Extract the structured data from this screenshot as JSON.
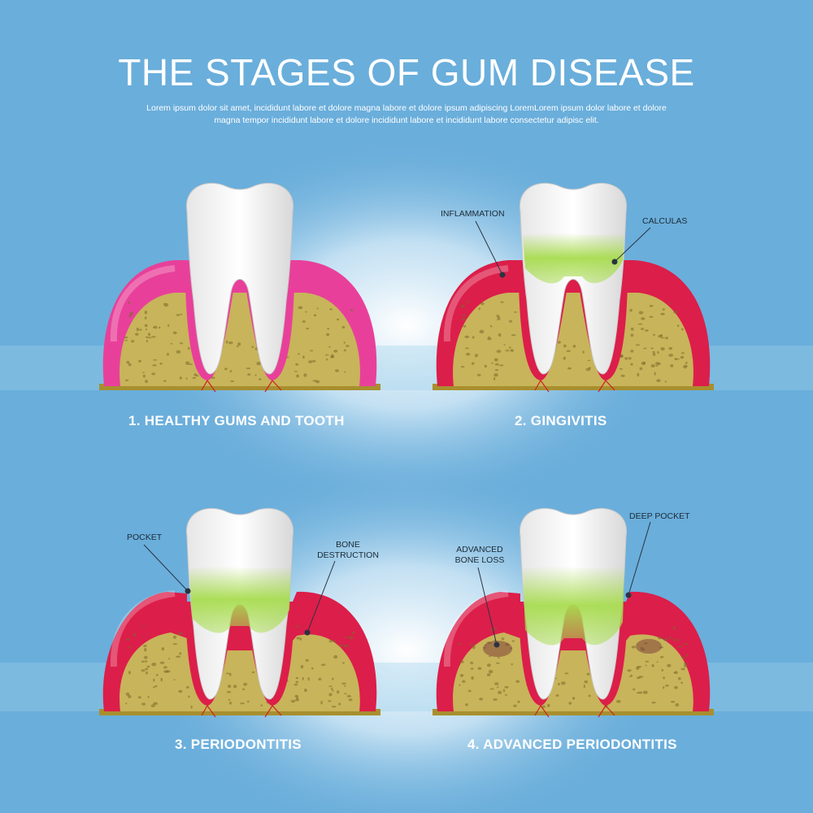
{
  "title": "THE STAGES OF GUM DISEASE",
  "subtitle": "Lorem ipsum dolor sit amet,  incididunt labore et dolore magna labore et dolore ipsum adipiscing LoremLorem ipsum dolor labore et dolore magna tempor incididunt labore et dolore incididunt labore et incididunt labore consectetur adipisc elit.",
  "colors": {
    "background": "#6aaedb",
    "healthy_gum": "#e8409a",
    "inflamed_gum": "#dc1e4a",
    "bone": "#c8b45a",
    "plaque": "#a8dc50",
    "tooth": "#ffffff"
  },
  "stages": [
    {
      "label": "1. HEALTHY GUMS AND TOOTH",
      "callouts": []
    },
    {
      "label": "2. GINGIVITIS",
      "callouts": [
        {
          "text": "INFLAMMATION"
        },
        {
          "text": "CALCULAS"
        }
      ]
    },
    {
      "label": "3. PERIODONTITIS",
      "callouts": [
        {
          "text": "POCKET"
        },
        {
          "text": "BONE DESTRUCTION"
        }
      ]
    },
    {
      "label": "4. ADVANCED PERIODONTITIS",
      "callouts": [
        {
          "text": "ADVANCED BONE LOSS"
        },
        {
          "text": "DEEP POCKET"
        }
      ]
    }
  ]
}
